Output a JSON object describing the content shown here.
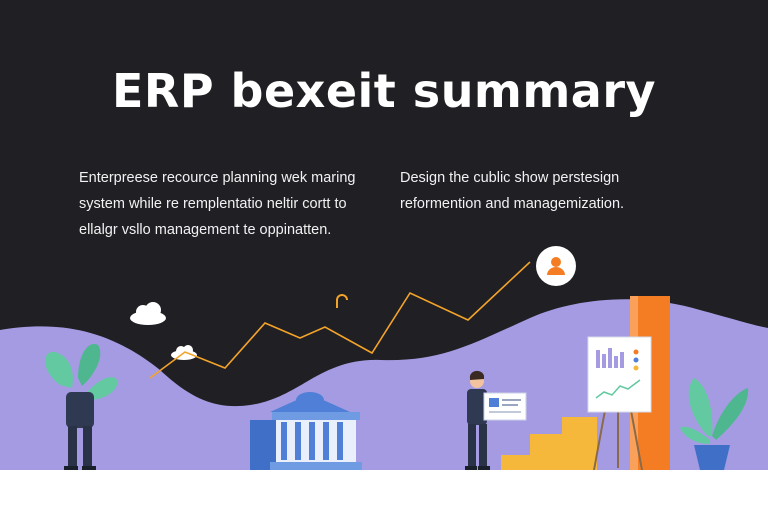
{
  "header": {
    "title": "ERP bexeit summary"
  },
  "intro": {
    "left_lines": [
      "Enterpreese recource planning wek maring",
      "system while re remplentatio neltir cortt to",
      "ellalgr vsllo management te oppinatten."
    ],
    "right_lines": [
      "Design the cublic show perstesign",
      "reformention and managemization."
    ]
  },
  "colors": {
    "background": "#1f1f24",
    "hills": "#a59be3",
    "trend_line": "#f3a32a",
    "bar_orange": "#f47d24",
    "bar_yellow": "#f6b83a",
    "building": "#4f7fd6",
    "plant": "#62c9a0"
  },
  "icons": {
    "badge": "person-icon",
    "pin": "pin-icon",
    "clouds": "cloud-icon"
  }
}
